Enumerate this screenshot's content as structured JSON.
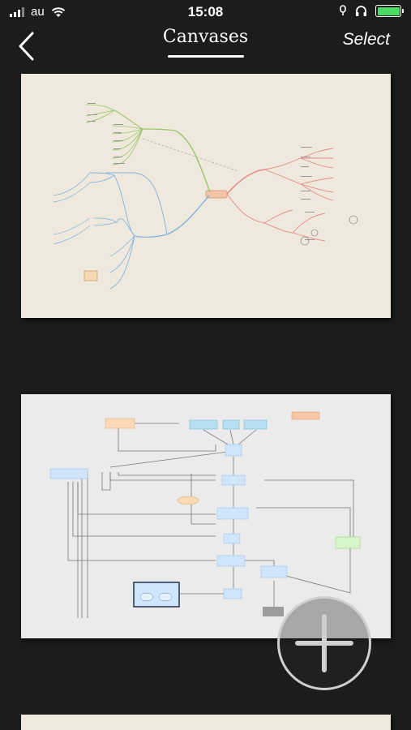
{
  "status_bar": {
    "carrier": "au",
    "time": "15:08",
    "battery_color": "#4cd964",
    "battery_level": 1.0
  },
  "nav": {
    "title": "Canvases",
    "select_label": "Select",
    "back_icon": "chevron-left-icon"
  },
  "canvases": [
    {
      "kind": "mind-map",
      "background": "#efe9dd"
    },
    {
      "kind": "flowchart",
      "background": "#ebebeb"
    },
    {
      "kind": "mind-map",
      "background": "#efe9dd"
    }
  ],
  "fab": {
    "icon": "plus-icon"
  }
}
